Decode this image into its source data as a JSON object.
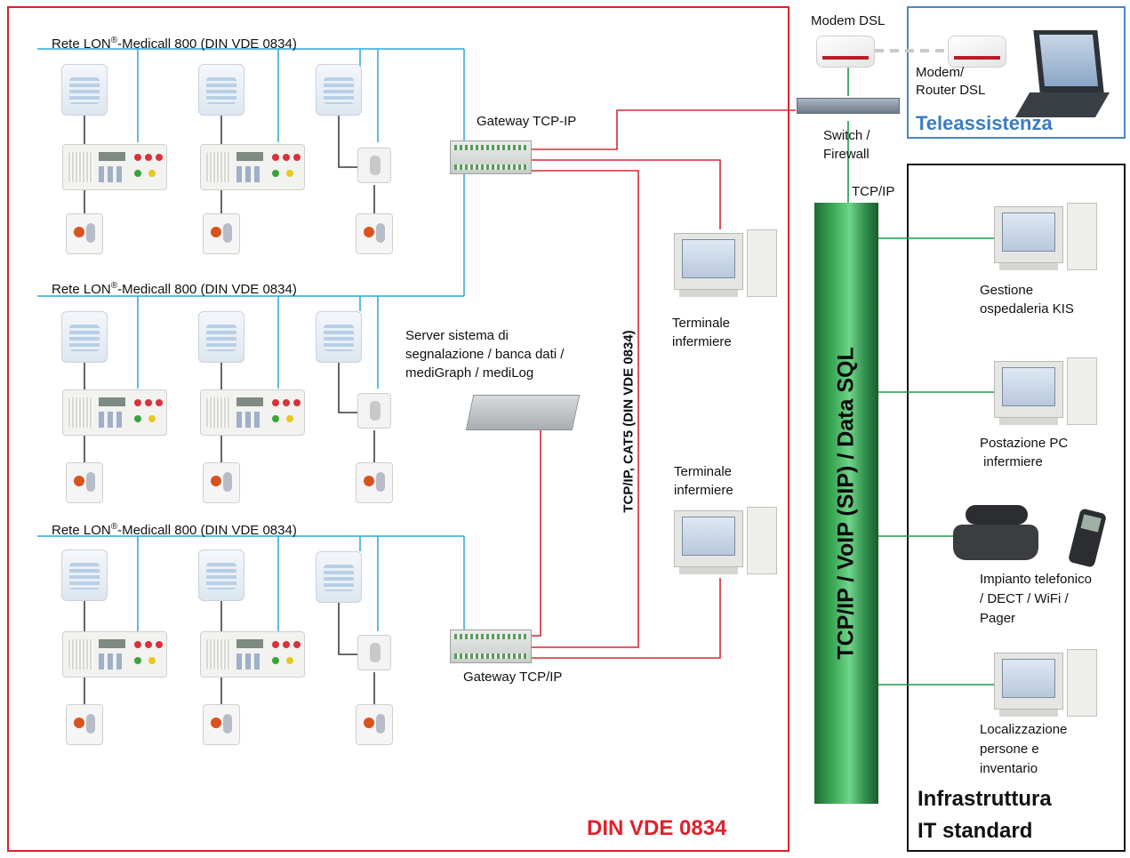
{
  "lon_networks": [
    {
      "prefix": "Rete LON",
      "reg": "®",
      "suffix": "-Medicall 800 (DIN VDE 0834)"
    },
    {
      "prefix": "Rete LON",
      "reg": "®",
      "suffix": "-Medicall 800 (DIN VDE 0834)"
    },
    {
      "prefix": "Rete LON",
      "reg": "®",
      "suffix": "-Medicall 800 (DIN VDE 0834)"
    }
  ],
  "gateways": {
    "top": "Gateway TCP-IP",
    "bottom": "Gateway TCP/IP"
  },
  "server": {
    "line1": "Server sistema di",
    "line2": "segnalazione / banca dati /",
    "line3": "mediGraph / mediLog"
  },
  "cable_label": "TCP/IP, CAT5 (DIN VDE 0834)",
  "terminals": {
    "upper": {
      "line1": "Terminale",
      "line2": "infermiere"
    },
    "lower": {
      "line1": "Terminale",
      "line2": "infermiere"
    }
  },
  "red_zone_title": "DIN VDE 0834",
  "remote": {
    "modem": "Modem DSL",
    "router_line1": "Modem/",
    "router_line2": "Router DSL",
    "title": "Teleassistenza"
  },
  "switch": {
    "line1": "Switch /",
    "line2": "Firewall"
  },
  "uplink_label": "TCP/IP",
  "bus_label": "TCP/IP / VoIP (SIP) / Data SQL",
  "infrastructure": {
    "title_line1": "Infrastruttura",
    "title_line2": "IT standard",
    "nodes": [
      {
        "lines": [
          "Gestione",
          "ospedaleria KIS"
        ]
      },
      {
        "lines": [
          "Postazione PC",
          " infermiere"
        ]
      },
      {
        "lines": [
          "Impianto telefonico",
          "/ DECT / WiFi /",
          "Pager"
        ]
      },
      {
        "lines": [
          "Localizzazione",
          "persone e",
          "inventario"
        ]
      }
    ]
  },
  "colors": {
    "red_zone": "#e0202a",
    "remote_zone": "#3a7cc0",
    "lon_wire": "#2aa7d8",
    "tcp_wire": "#d42a33",
    "it_wire": "#1d9a4a"
  }
}
